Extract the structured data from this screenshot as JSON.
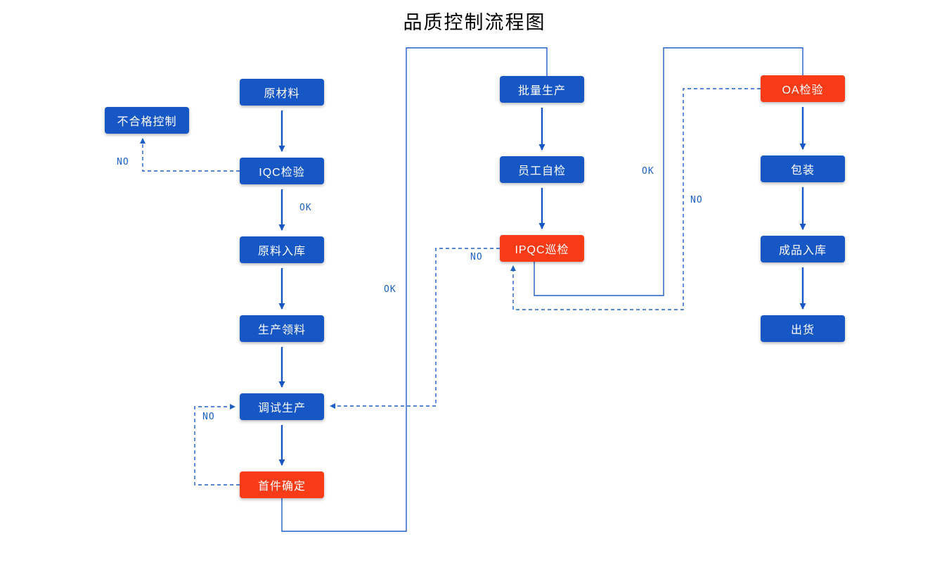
{
  "title": "品质控制流程图",
  "colors": {
    "process_blue": "#1656C5",
    "alert_red": "#F93B17",
    "line_blue": "#1E5FC6",
    "node_text": "#FFFFFF",
    "title_text": "#000000",
    "background": "#FFFFFF"
  },
  "nodes": {
    "unqualified_control": {
      "label": "不合格控制",
      "type": "blue"
    },
    "raw_material": {
      "label": "原材料",
      "type": "blue"
    },
    "iqc_inspection": {
      "label": "IQC检验",
      "type": "blue"
    },
    "material_storage": {
      "label": "原料入库",
      "type": "blue"
    },
    "production_picking": {
      "label": "生产领料",
      "type": "blue"
    },
    "trial_production": {
      "label": "调试生产",
      "type": "blue"
    },
    "first_article": {
      "label": "首件确定",
      "type": "red"
    },
    "mass_production": {
      "label": "批量生产",
      "type": "blue"
    },
    "self_inspection": {
      "label": "员工自检",
      "type": "blue"
    },
    "ipqc_patrol": {
      "label": "IPQC巡检",
      "type": "red"
    },
    "oa_inspection": {
      "label": "OA检验",
      "type": "red"
    },
    "packaging": {
      "label": "包装",
      "type": "blue"
    },
    "finished_storage": {
      "label": "成品入库",
      "type": "blue"
    },
    "shipment": {
      "label": "出货",
      "type": "blue"
    }
  },
  "edges": [
    {
      "from": "IQC检验",
      "to": "不合格控制",
      "label": "NO",
      "style": "dashed"
    },
    {
      "from": "IQC检验",
      "to": "原料入库",
      "label": "OK",
      "style": "solid"
    },
    {
      "from": "首件确定",
      "to": "调试生产",
      "label": "NO",
      "style": "dashed"
    },
    {
      "from": "首件确定",
      "to": "批量生产",
      "label": "OK",
      "style": "solid"
    },
    {
      "from": "IPQC巡检",
      "to": "调试生产",
      "label": "NO",
      "style": "dashed"
    },
    {
      "from": "IPQC巡检",
      "to": "OA检验",
      "label": "OK",
      "style": "solid"
    },
    {
      "from": "OA检验",
      "to": "IPQC巡检",
      "label": "NO",
      "style": "dashed"
    }
  ]
}
